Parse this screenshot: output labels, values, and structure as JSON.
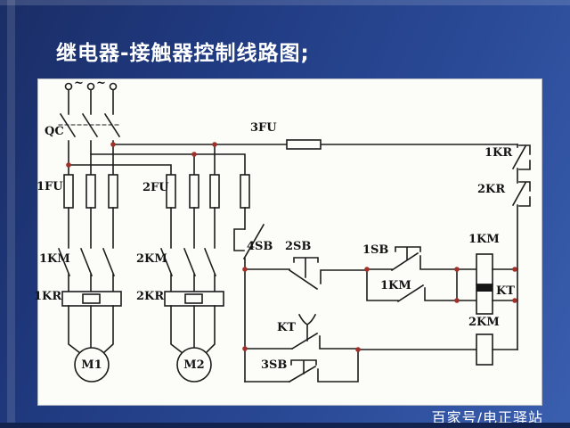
{
  "title": "继电器-接触器控制线路图;",
  "footer": {
    "credit": "百家号/电正驿站"
  },
  "colors": {
    "background_dark": "#1a2d66",
    "background_light": "#3a5fae",
    "panel": "#fcfcf9",
    "wire": "#1c1c1c",
    "junction_dot": "#a03028",
    "title_text": "#ffffff"
  },
  "diagram": {
    "tilde": "~",
    "labels": {
      "qc": "QC",
      "fu1": "1FU",
      "fu2": "2FU",
      "fu3": "3FU",
      "km1_main": "1KM",
      "km2_main": "2KM",
      "kr1_main": "1KR",
      "kr2_main": "2KR",
      "motor1": "M1",
      "motor2": "M2",
      "sb4": "4SB",
      "sb2": "2SB",
      "sb1": "1SB",
      "sb3": "3SB",
      "km1_aux": "1KM",
      "kt_contact": "KT",
      "kr1_nc": "1KR",
      "kr2_nc": "2KR",
      "km1_coil": "1KM",
      "kt_coil": "KT",
      "km2_coil": "2KM"
    }
  }
}
